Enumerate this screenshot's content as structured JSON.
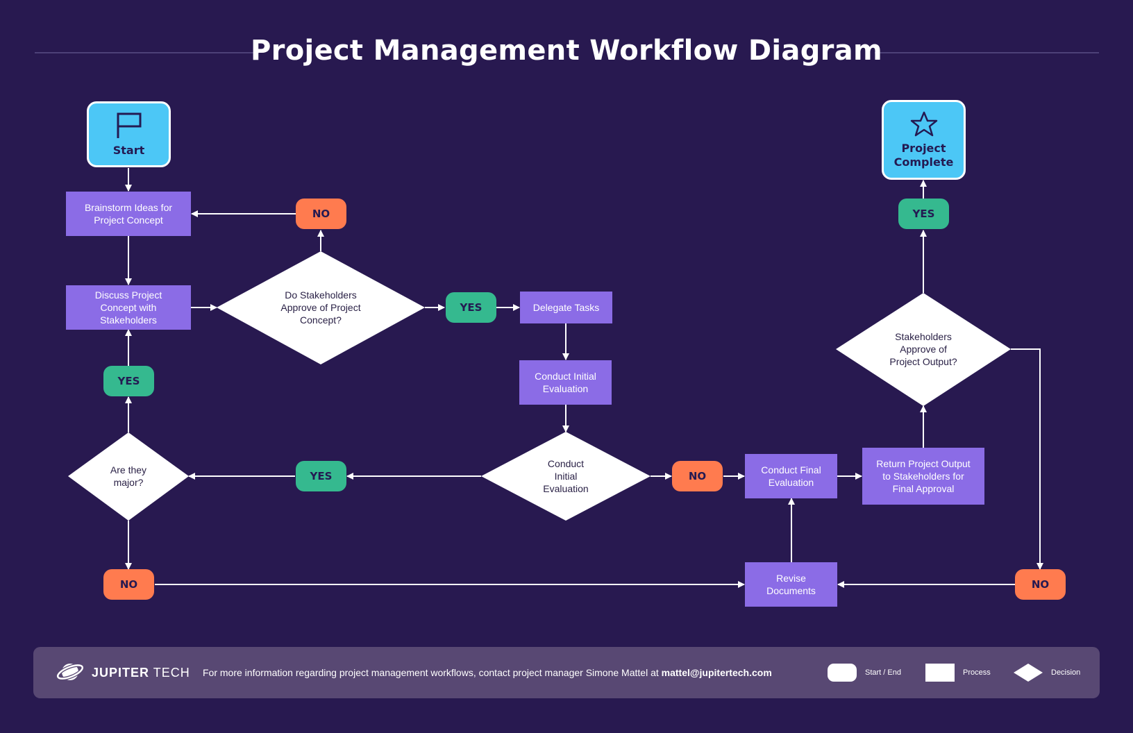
{
  "title": "Project Management Workflow Diagram",
  "colors": {
    "background": "#281950",
    "process": "#8b6ce6",
    "terminal": "#4cc7f6",
    "yes": "#35b98f",
    "no": "#ff7b4f",
    "decision": "#ffffff",
    "footer": "#584873"
  },
  "terminals": {
    "start": {
      "label": "Start",
      "icon": "flag-icon"
    },
    "complete": {
      "label": "Project Complete",
      "icon": "star-icon"
    }
  },
  "processes": {
    "brainstorm": "Brainstorm Ideas for Project Concept",
    "discuss": "Discuss Project Concept with Stakeholders",
    "delegate": "Delegate Tasks",
    "initial_eval": "Conduct Initial Evaluation",
    "final_eval": "Conduct Final Evaluation",
    "return_output": "Return Project Output to Stakeholders for Final Approval",
    "revise": "Revise Documents"
  },
  "decisions": {
    "approve_concept": "Do Stakeholders Approve of Project Concept?",
    "initial_eval_check": "Conduct Initial Evaluation",
    "major": "Are they major?",
    "approve_output": "Stakeholders Approve of Project Output?"
  },
  "answers": {
    "yes": "YES",
    "no": "NO"
  },
  "footer": {
    "brand_bold": "JUPITER",
    "brand_light": "TECH",
    "info_text": "For more information regarding project management workflows, contact project manager Simone Mattel at",
    "email": "mattel@jupitertech.com",
    "legend": {
      "start_end": "Start / End",
      "process": "Process",
      "decision": "Decision"
    }
  }
}
